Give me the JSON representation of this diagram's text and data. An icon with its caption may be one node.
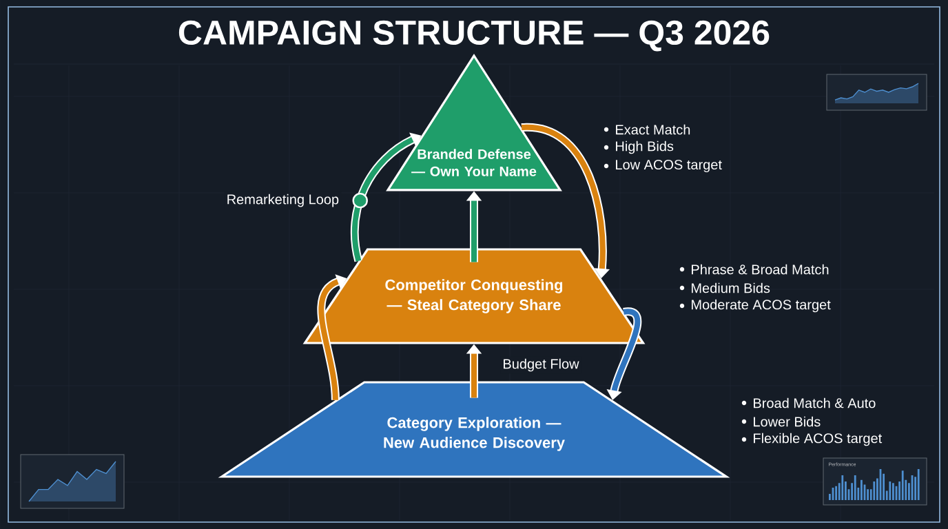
{
  "diagram": {
    "title": "CAMPAIGN STRUCTURE — Q3 2026",
    "nodes": [
      {
        "text": [
          "Branded Defense — Own Your Name"
        ]
      },
      {
        "text": [
          "Competitor Conquesting — Steal Category Share"
        ]
      },
      {
        "text": [
          "Category Exploration — New Audience Discovery"
        ]
      }
    ],
    "edges": [
      {
        "from": 1,
        "to": 0,
        "arrow": "to"
      },
      {
        "from": 2,
        "to": 1,
        "arrow": "to",
        "label": "Budget Flow"
      },
      {
        "from": 0,
        "to": 1,
        "arrow": "to"
      },
      {
        "from": 1,
        "to": 2,
        "arrow": "to"
      },
      {
        "from": 2,
        "to": 1,
        "arrow": "to"
      },
      {
        "from": 1,
        "to": 0,
        "arrow": "to",
        "label": "Remarketing Loop"
      }
    ],
    "labels": [
      "Exact Match",
      "High Bids",
      "Low ACOS target",
      "Phrase & Broad Match",
      "Medium Bids",
      "Moderate ACOS target",
      "Broad Match & Auto",
      "Lower Bids",
      "Flexible ACOS target",
      "Performance"
    ]
  }
}
